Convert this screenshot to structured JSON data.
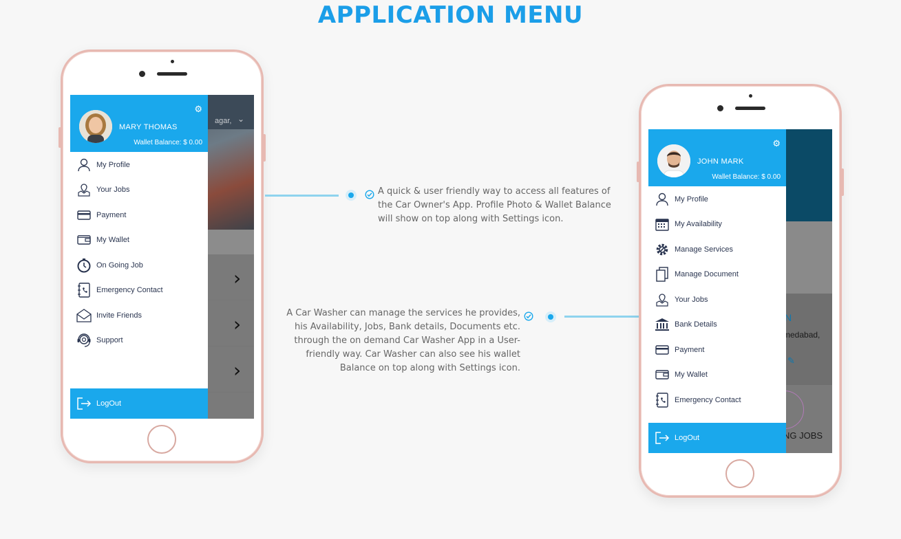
{
  "page_title": "APPLICATION MENU",
  "colors": {
    "accent": "#1aa8ec",
    "title": "#1b9ee8",
    "menu_text": "#2a3550"
  },
  "phone_left": {
    "user_name": "MARY THOMAS",
    "wallet_balance": "Wallet Balance: $ 0.00",
    "bg_location": "agar,",
    "menu": [
      {
        "label": "My Profile",
        "icon": "user-icon"
      },
      {
        "label": "Your Jobs",
        "icon": "map-pin-icon"
      },
      {
        "label": "Payment",
        "icon": "card-icon"
      },
      {
        "label": "My Wallet",
        "icon": "wallet-icon"
      },
      {
        "label": "On Going Job",
        "icon": "timer-icon"
      },
      {
        "label": "Emergency Contact",
        "icon": "contact-book-icon"
      },
      {
        "label": "Invite Friends",
        "icon": "envelope-icon"
      },
      {
        "label": "Support",
        "icon": "support-icon"
      }
    ],
    "logout": "LogOut"
  },
  "phone_right": {
    "user_name": "JOHN MARK",
    "wallet_balance": "Wallet Balance: $ 0.00",
    "bg_text_1": "N",
    "bg_text_2": "medabad,",
    "bg_text_3": "NG JOBS",
    "menu": [
      {
        "label": "My Profile",
        "icon": "user-icon"
      },
      {
        "label": "My Availability",
        "icon": "calendar-icon"
      },
      {
        "label": "Manage Services",
        "icon": "gear-tools-icon"
      },
      {
        "label": "Manage Document",
        "icon": "documents-icon"
      },
      {
        "label": "Your Jobs",
        "icon": "map-pin-icon"
      },
      {
        "label": "Bank Details",
        "icon": "bank-icon"
      },
      {
        "label": "Payment",
        "icon": "card-icon"
      },
      {
        "label": "My Wallet",
        "icon": "wallet-icon"
      },
      {
        "label": "Emergency Contact",
        "icon": "contact-book-icon"
      }
    ],
    "logout": "LogOut"
  },
  "callout_top": "A quick & user friendly way to access all features of the Car Owner's App. Profile Photo & Wallet Balance will show on top along with Settings icon.",
  "callout_bottom": "A Car Washer can manage the services he provides, his Availability, Jobs, Bank details, Documents etc. through the on demand Car Washer App in a User-friendly way. Car Washer can also see his wallet Balance on top along with Settings icon."
}
